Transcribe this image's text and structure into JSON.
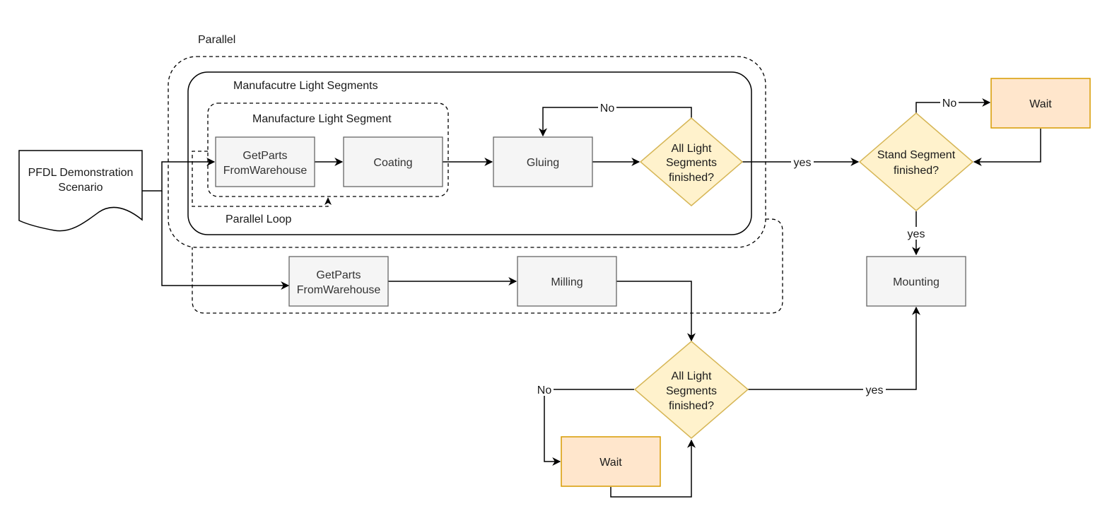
{
  "groups": {
    "parallel": "Parallel",
    "manufacture_light_segments": "Manufacutre Light Segments",
    "manufacture_light_segment": "Manufacture Light Segment",
    "parallel_loop": "Parallel Loop"
  },
  "start": {
    "line1": "PFDL Demonstration",
    "line2": "Scenario"
  },
  "tasks": {
    "getparts_1": [
      "GetParts",
      "FromWarehouse"
    ],
    "coating": "Coating",
    "gluing": "Gluing",
    "getparts_2": [
      "GetParts",
      "FromWarehouse"
    ],
    "milling": "Milling",
    "mounting": "Mounting",
    "wait_top": "Wait",
    "wait_bottom": "Wait"
  },
  "decisions": {
    "light_top": [
      "All Light",
      "Segments",
      "finished?"
    ],
    "stand": [
      "Stand Segment",
      "finished?"
    ],
    "light_bottom": [
      "All Light",
      "Segments",
      "finished?"
    ]
  },
  "edge_labels": {
    "gluing_no": "No",
    "light_top_yes": "yes",
    "stand_no": "No",
    "stand_yes": "yes",
    "light_bottom_no": "No",
    "light_bottom_yes": "yes"
  }
}
